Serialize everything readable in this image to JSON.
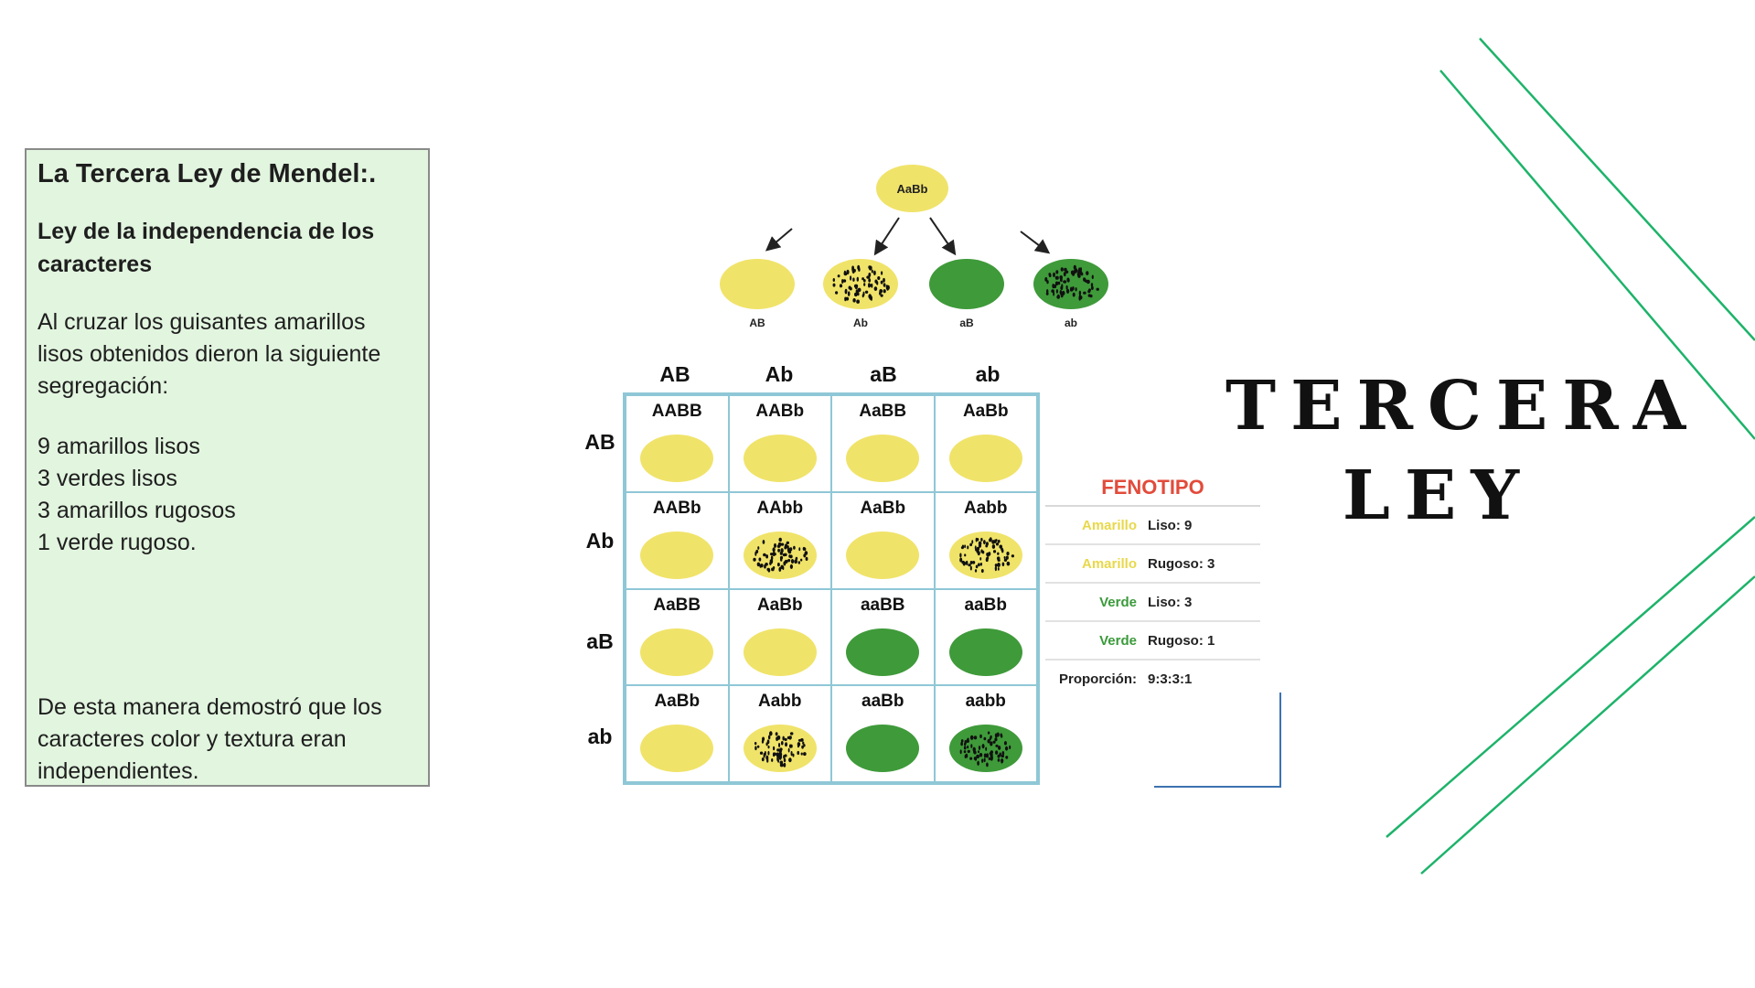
{
  "info": {
    "title": "La Tercera Ley de Mendel:.",
    "subtitle": "Ley de la independencia de los caracteres",
    "intro": "Al cruzar los guisantes amarillos lisos obtenidos dieron la siguiente segregación:",
    "results": [
      "9 amarillos lisos",
      "3 verdes lisos",
      "3 amarillos rugosos",
      "1 verde rugoso."
    ],
    "conclusion": "De esta manera demostró que los caracteres color y textura eran independientes."
  },
  "parent": {
    "genotype": "AaBb",
    "color": "#f0e36a"
  },
  "gametes": [
    {
      "label": "AB",
      "color": "yellow",
      "texture": "smooth"
    },
    {
      "label": "Ab",
      "color": "yellow",
      "texture": "wrinkled"
    },
    {
      "label": "aB",
      "color": "green",
      "texture": "smooth"
    },
    {
      "label": "ab",
      "color": "green",
      "texture": "wrinkled"
    }
  ],
  "punnett": {
    "column_headers": [
      "AB",
      "Ab",
      "aB",
      "ab"
    ],
    "row_headers": [
      "AB",
      "Ab",
      "aB",
      "ab"
    ],
    "cells": [
      [
        {
          "genotype": "AABB",
          "color": "yellow",
          "texture": "smooth"
        },
        {
          "genotype": "AABb",
          "color": "yellow",
          "texture": "smooth"
        },
        {
          "genotype": "AaBB",
          "color": "yellow",
          "texture": "smooth"
        },
        {
          "genotype": "AaBb",
          "color": "yellow",
          "texture": "smooth"
        }
      ],
      [
        {
          "genotype": "AABb",
          "color": "yellow",
          "texture": "smooth"
        },
        {
          "genotype": "AAbb",
          "color": "yellow",
          "texture": "wrinkled"
        },
        {
          "genotype": "AaBb",
          "color": "yellow",
          "texture": "smooth"
        },
        {
          "genotype": "Aabb",
          "color": "yellow",
          "texture": "wrinkled"
        }
      ],
      [
        {
          "genotype": "AaBB",
          "color": "yellow",
          "texture": "smooth"
        },
        {
          "genotype": "AaBb",
          "color": "yellow",
          "texture": "smooth"
        },
        {
          "genotype": "aaBB",
          "color": "green",
          "texture": "smooth"
        },
        {
          "genotype": "aaBb",
          "color": "green",
          "texture": "smooth"
        }
      ],
      [
        {
          "genotype": "AaBb",
          "color": "yellow",
          "texture": "smooth"
        },
        {
          "genotype": "Aabb",
          "color": "yellow",
          "texture": "wrinkled"
        },
        {
          "genotype": "aaBb",
          "color": "green",
          "texture": "smooth"
        },
        {
          "genotype": "aabb",
          "color": "green",
          "texture": "wrinkled"
        }
      ]
    ]
  },
  "fenotipo": {
    "title": "FENOTIPO",
    "rows": [
      {
        "color": "Amarillo",
        "trait": "Liso: 9",
        "color_hex": "#e8d84a"
      },
      {
        "color": "Amarillo",
        "trait": "Rugoso: 3",
        "color_hex": "#e8d84a"
      },
      {
        "color": "Verde",
        "trait": "Liso: 3",
        "color_hex": "#3a9a3a"
      },
      {
        "color": "Verde",
        "trait": "Rugoso: 1",
        "color_hex": "#3a9a3a"
      },
      {
        "color": "Proporción:",
        "trait": "9:3:3:1",
        "color_hex": "#222222"
      }
    ]
  },
  "big_title": {
    "line1": "TERCERA",
    "line2": "LEY"
  },
  "colors": {
    "yellow": "#f0e36a",
    "green": "#3f9a3a",
    "grid_border": "#8fc7d6",
    "title_red": "#e24b3b",
    "accent_lines": "#1db36a",
    "box_bg": "#e2f5df"
  }
}
